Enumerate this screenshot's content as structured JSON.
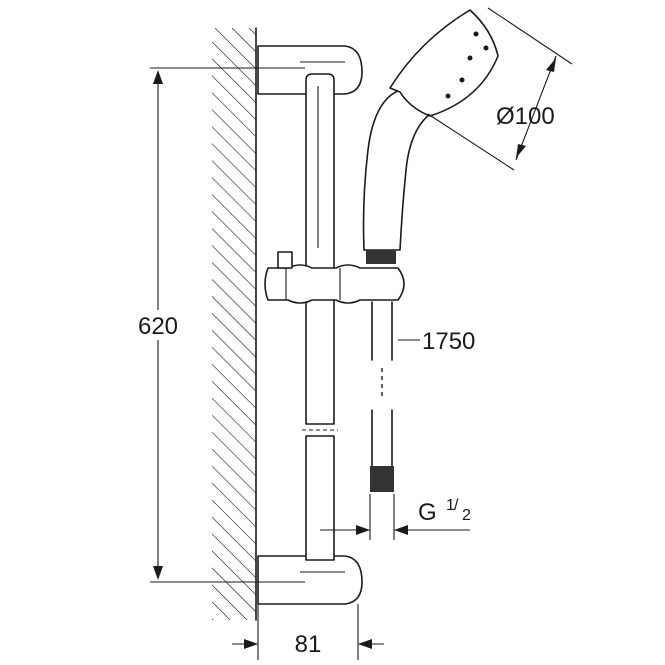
{
  "dimensions": {
    "rail_height": "620",
    "hose_length": "1750",
    "head_diameter": "Ø100",
    "wall_offset": "81",
    "thread_main": "G",
    "thread_num": "1",
    "thread_den": "2"
  }
}
